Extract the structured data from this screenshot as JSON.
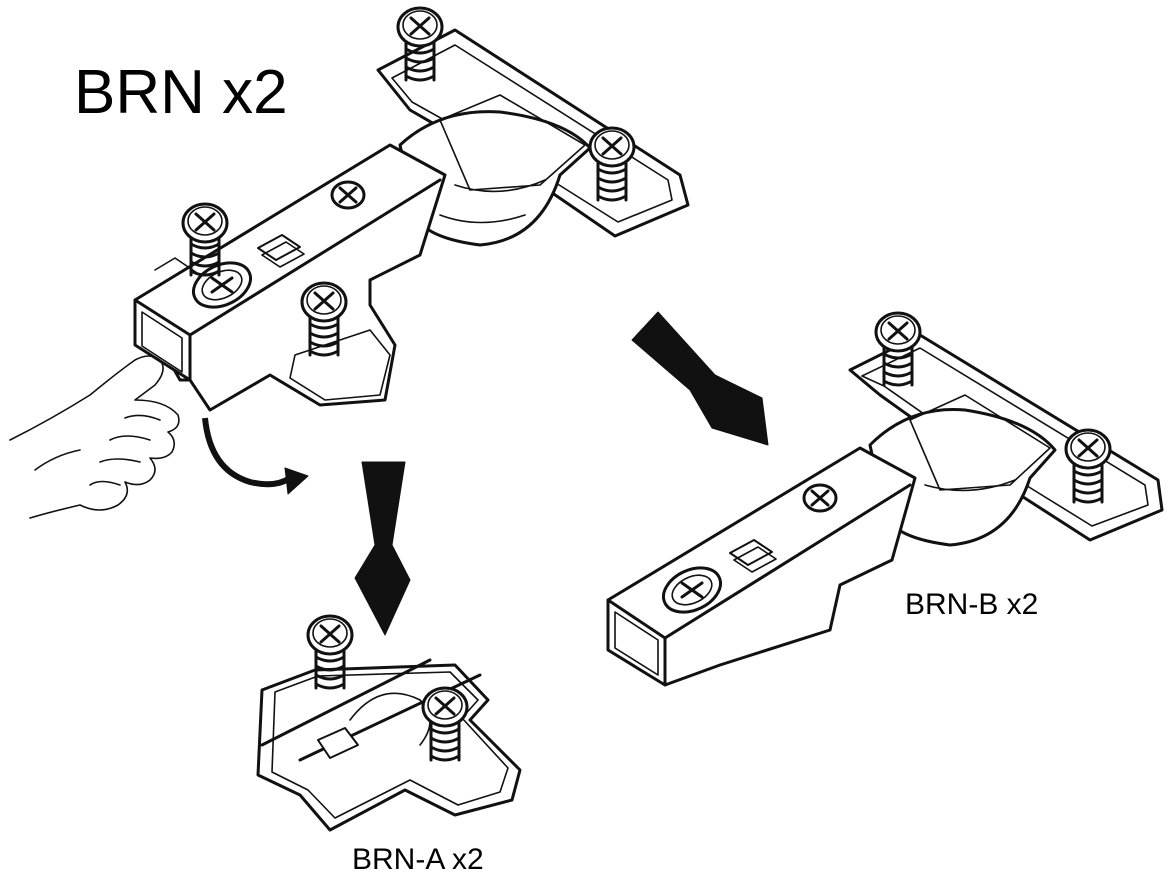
{
  "diagram": {
    "title": "BRN x2",
    "part_a_label": "BRN-A x2",
    "part_b_label": "BRN-B x2"
  },
  "icons": {
    "hand": "hand-pressing-icon",
    "release_arrow": "curved-arrow-icon",
    "arrow_to_a": "down-arrow-icon",
    "arrow_to_b": "diagonal-arrow-icon"
  },
  "colors": {
    "line": "#111111",
    "background": "#ffffff"
  }
}
